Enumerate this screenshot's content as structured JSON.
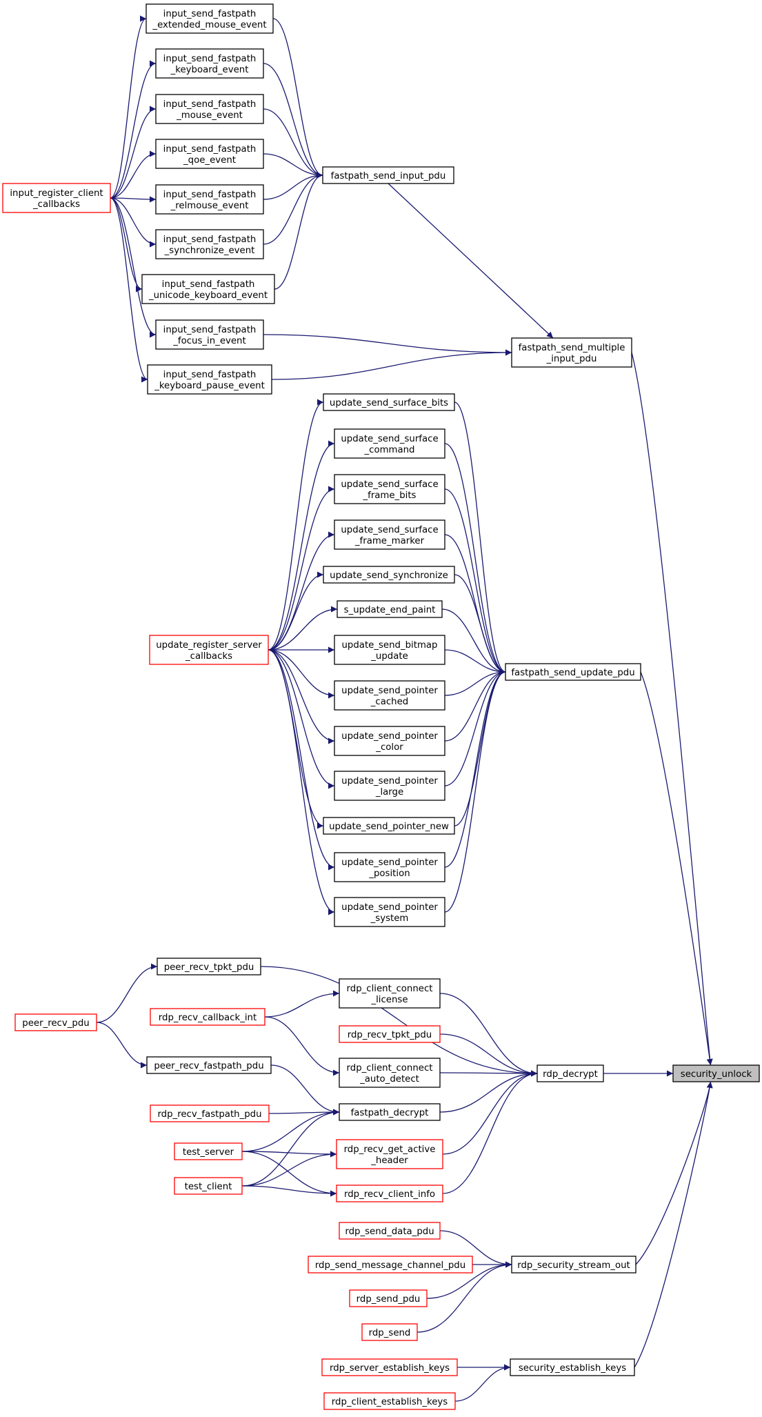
{
  "graph": {
    "nodes": [
      {
        "id": "n1",
        "lines": [
          "input_send_fastpath",
          "_extended_mouse_event"
        ],
        "style": "black"
      },
      {
        "id": "n2",
        "lines": [
          "input_send_fastpath",
          "_keyboard_event"
        ],
        "style": "black"
      },
      {
        "id": "n3",
        "lines": [
          "input_send_fastpath",
          "_mouse_event"
        ],
        "style": "black"
      },
      {
        "id": "n4",
        "lines": [
          "input_send_fastpath",
          "_qoe_event"
        ],
        "style": "black"
      },
      {
        "id": "n5",
        "lines": [
          "input_send_fastpath",
          "_relmouse_event"
        ],
        "style": "black"
      },
      {
        "id": "n6",
        "lines": [
          "input_send_fastpath",
          "_synchronize_event"
        ],
        "style": "black"
      },
      {
        "id": "n7",
        "lines": [
          "input_send_fastpath",
          "_unicode_keyboard_event"
        ],
        "style": "black"
      },
      {
        "id": "n8",
        "lines": [
          "input_send_fastpath",
          "_focus_in_event"
        ],
        "style": "black"
      },
      {
        "id": "n9",
        "lines": [
          "input_send_fastpath",
          "_keyboard_pause_event"
        ],
        "style": "black"
      },
      {
        "id": "irc",
        "lines": [
          "input_register_client",
          "_callbacks"
        ],
        "style": "red"
      },
      {
        "id": "fsip",
        "lines": [
          "fastpath_send_input_pdu"
        ],
        "style": "black"
      },
      {
        "id": "fsmip",
        "lines": [
          "fastpath_send_multiple",
          "_input_pdu"
        ],
        "style": "black"
      },
      {
        "id": "u1",
        "lines": [
          "update_send_surface_bits"
        ],
        "style": "black"
      },
      {
        "id": "u2",
        "lines": [
          "update_send_surface",
          "_command"
        ],
        "style": "black"
      },
      {
        "id": "u3",
        "lines": [
          "update_send_surface",
          "_frame_bits"
        ],
        "style": "black"
      },
      {
        "id": "u4",
        "lines": [
          "update_send_surface",
          "_frame_marker"
        ],
        "style": "black"
      },
      {
        "id": "u5",
        "lines": [
          "update_send_synchronize"
        ],
        "style": "black"
      },
      {
        "id": "u6",
        "lines": [
          "s_update_end_paint"
        ],
        "style": "black"
      },
      {
        "id": "u7",
        "lines": [
          "update_send_bitmap",
          "_update"
        ],
        "style": "black"
      },
      {
        "id": "u8",
        "lines": [
          "update_send_pointer",
          "_cached"
        ],
        "style": "black"
      },
      {
        "id": "u9",
        "lines": [
          "update_send_pointer",
          "_color"
        ],
        "style": "black"
      },
      {
        "id": "u10",
        "lines": [
          "update_send_pointer",
          "_large"
        ],
        "style": "black"
      },
      {
        "id": "u11",
        "lines": [
          "update_send_pointer_new"
        ],
        "style": "black"
      },
      {
        "id": "u12",
        "lines": [
          "update_send_pointer",
          "_position"
        ],
        "style": "black"
      },
      {
        "id": "u13",
        "lines": [
          "update_send_pointer",
          "_system"
        ],
        "style": "black"
      },
      {
        "id": "urs",
        "lines": [
          "update_register_server",
          "_callbacks"
        ],
        "style": "red"
      },
      {
        "id": "fsup",
        "lines": [
          "fastpath_send_update_pdu"
        ],
        "style": "black"
      },
      {
        "id": "prtp",
        "lines": [
          "peer_recv_tpkt_pdu"
        ],
        "style": "black"
      },
      {
        "id": "prp",
        "lines": [
          "peer_recv_pdu"
        ],
        "style": "red"
      },
      {
        "id": "prfp",
        "lines": [
          "peer_recv_fastpath_pdu"
        ],
        "style": "black"
      },
      {
        "id": "rcl",
        "lines": [
          "rdp_client_connect",
          "_license"
        ],
        "style": "black"
      },
      {
        "id": "rrci",
        "lines": [
          "rdp_recv_callback_int"
        ],
        "style": "red"
      },
      {
        "id": "rrtp",
        "lines": [
          "rdp_recv_tpkt_pdu"
        ],
        "style": "red"
      },
      {
        "id": "rcad",
        "lines": [
          "rdp_client_connect",
          "_auto_detect"
        ],
        "style": "black"
      },
      {
        "id": "rrfp",
        "lines": [
          "rdp_recv_fastpath_pdu"
        ],
        "style": "red"
      },
      {
        "id": "fd",
        "lines": [
          "fastpath_decrypt"
        ],
        "style": "black"
      },
      {
        "id": "ts",
        "lines": [
          "test_server"
        ],
        "style": "red"
      },
      {
        "id": "tc",
        "lines": [
          "test_client"
        ],
        "style": "red"
      },
      {
        "id": "rrgah",
        "lines": [
          "rdp_recv_get_active",
          "_header"
        ],
        "style": "red"
      },
      {
        "id": "rrcinfo",
        "lines": [
          "rdp_recv_client_info"
        ],
        "style": "red"
      },
      {
        "id": "rd",
        "lines": [
          "rdp_decrypt"
        ],
        "style": "black"
      },
      {
        "id": "su",
        "lines": [
          "security_unlock"
        ],
        "style": "root"
      },
      {
        "id": "rsdp",
        "lines": [
          "rdp_send_data_pdu"
        ],
        "style": "red"
      },
      {
        "id": "rsmcp",
        "lines": [
          "rdp_send_message_channel_pdu"
        ],
        "style": "red"
      },
      {
        "id": "rsp",
        "lines": [
          "rdp_send_pdu"
        ],
        "style": "red"
      },
      {
        "id": "rs",
        "lines": [
          "rdp_send"
        ],
        "style": "red"
      },
      {
        "id": "rsso",
        "lines": [
          "rdp_security_stream_out"
        ],
        "style": "black"
      },
      {
        "id": "rsek",
        "lines": [
          "rdp_server_establish_keys"
        ],
        "style": "red"
      },
      {
        "id": "rcek",
        "lines": [
          "rdp_client_establish_keys"
        ],
        "style": "red"
      },
      {
        "id": "sek",
        "lines": [
          "security_establish_keys"
        ],
        "style": "black"
      }
    ],
    "edges": [
      [
        "irc",
        "n1"
      ],
      [
        "irc",
        "n2"
      ],
      [
        "irc",
        "n3"
      ],
      [
        "irc",
        "n4"
      ],
      [
        "irc",
        "n5"
      ],
      [
        "irc",
        "n6"
      ],
      [
        "irc",
        "n7"
      ],
      [
        "irc",
        "n8"
      ],
      [
        "irc",
        "n9"
      ],
      [
        "n1",
        "fsip"
      ],
      [
        "n2",
        "fsip"
      ],
      [
        "n3",
        "fsip"
      ],
      [
        "n4",
        "fsip"
      ],
      [
        "n5",
        "fsip"
      ],
      [
        "n6",
        "fsip"
      ],
      [
        "n7",
        "fsip"
      ],
      [
        "n8",
        "fsmip"
      ],
      [
        "n9",
        "fsmip"
      ],
      [
        "fsip",
        "fsmip"
      ],
      [
        "fsmip",
        "su"
      ],
      [
        "urs",
        "u1"
      ],
      [
        "urs",
        "u2"
      ],
      [
        "urs",
        "u3"
      ],
      [
        "urs",
        "u4"
      ],
      [
        "urs",
        "u5"
      ],
      [
        "urs",
        "u6"
      ],
      [
        "urs",
        "u7"
      ],
      [
        "urs",
        "u8"
      ],
      [
        "urs",
        "u9"
      ],
      [
        "urs",
        "u10"
      ],
      [
        "urs",
        "u11"
      ],
      [
        "urs",
        "u12"
      ],
      [
        "urs",
        "u13"
      ],
      [
        "u1",
        "fsup"
      ],
      [
        "u2",
        "fsup"
      ],
      [
        "u3",
        "fsup"
      ],
      [
        "u4",
        "fsup"
      ],
      [
        "u5",
        "fsup"
      ],
      [
        "u6",
        "fsup"
      ],
      [
        "u7",
        "fsup"
      ],
      [
        "u8",
        "fsup"
      ],
      [
        "u9",
        "fsup"
      ],
      [
        "u10",
        "fsup"
      ],
      [
        "u11",
        "fsup"
      ],
      [
        "u12",
        "fsup"
      ],
      [
        "u13",
        "fsup"
      ],
      [
        "fsup",
        "su"
      ],
      [
        "prp",
        "prtp"
      ],
      [
        "prp",
        "prfp"
      ],
      [
        "rrci",
        "rcl"
      ],
      [
        "rrci",
        "rcad"
      ],
      [
        "prtp",
        "rd"
      ],
      [
        "rcl",
        "rd"
      ],
      [
        "rrtp",
        "rd"
      ],
      [
        "rcad",
        "rd"
      ],
      [
        "fd",
        "rd"
      ],
      [
        "rrgah",
        "rd"
      ],
      [
        "rrcinfo",
        "rd"
      ],
      [
        "prfp",
        "fd"
      ],
      [
        "rrfp",
        "fd"
      ],
      [
        "ts",
        "fd"
      ],
      [
        "tc",
        "fd"
      ],
      [
        "ts",
        "rrgah"
      ],
      [
        "tc",
        "rrgah"
      ],
      [
        "ts",
        "rrcinfo"
      ],
      [
        "tc",
        "rrcinfo"
      ],
      [
        "rd",
        "su"
      ],
      [
        "rsdp",
        "rsso"
      ],
      [
        "rsmcp",
        "rsso"
      ],
      [
        "rsp",
        "rsso"
      ],
      [
        "rs",
        "rsso"
      ],
      [
        "rsso",
        "su"
      ],
      [
        "rsek",
        "sek"
      ],
      [
        "rcek",
        "sek"
      ],
      [
        "sek",
        "su"
      ]
    ]
  }
}
